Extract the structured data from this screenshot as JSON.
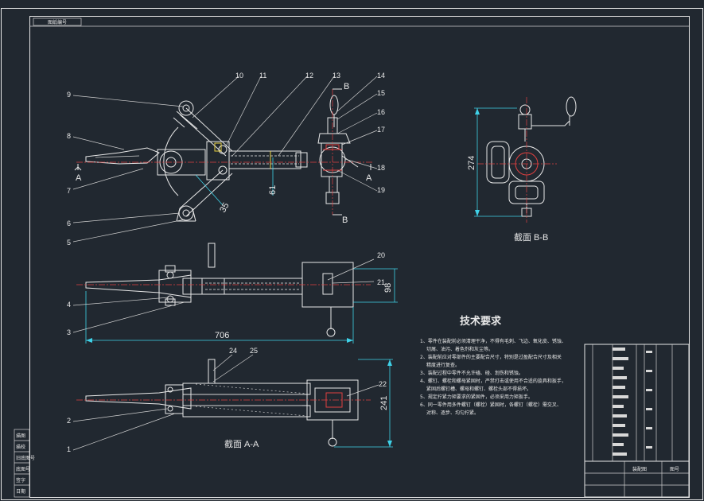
{
  "sheet": {
    "stamp": "图纸编号",
    "view_aa_label": "截面 A-A",
    "view_bb_label": "截面 B-B",
    "tech_title": "技术要求",
    "tech_notes": [
      "1、零件在装配前必须清理干净，不得有毛刺、飞边、氧化皮、锈蚀、",
      "切屑、油污、着色剂和灰尘等。",
      "2、装配前应对零部件的主要配合尺寸，特别是过盈配合尺寸及相关",
      "精度进行复查。",
      "3、装配过程中零件不允许磕、碰、划伤和锈蚀。",
      "4、螺钉、螺栓和螺母紧固时，严禁打击或使用不合适的旋具和扳手，",
      "紧固后螺钉槽、螺母和螺钉、螺栓头部不得损坏。",
      "5、规定拧紧力矩要求的紧固件，必须采用力矩扳手。",
      "6、同一零件用多件螺钉（螺栓）紧固时，各螺钉（螺栓）需交叉、",
      "对称、逐步、均匀拧紧。"
    ],
    "title_block_name": "装配图",
    "title_block_code": "图号",
    "left_strip": [
      "描图",
      "描校",
      "旧底图号",
      "底图号",
      "签字",
      "日期"
    ]
  },
  "dimensions": {
    "d706": "706",
    "d61": "61",
    "d35": "35",
    "d274": "274",
    "d98": "98",
    "d241": "241"
  },
  "labels": {
    "section_a": "A",
    "section_b": "B",
    "balloons": [
      "1",
      "2",
      "3",
      "4",
      "5",
      "6",
      "7",
      "8",
      "9",
      "10",
      "11",
      "12",
      "13",
      "14",
      "15",
      "16",
      "17",
      "18",
      "19",
      "20",
      "21",
      "22",
      "24",
      "25"
    ]
  },
  "colors": {
    "background": "#212830",
    "lines": "#e8e8e8",
    "dimensions": "#3fd2e8",
    "centerlines": "#e04040",
    "highlight": "#e8d040"
  }
}
